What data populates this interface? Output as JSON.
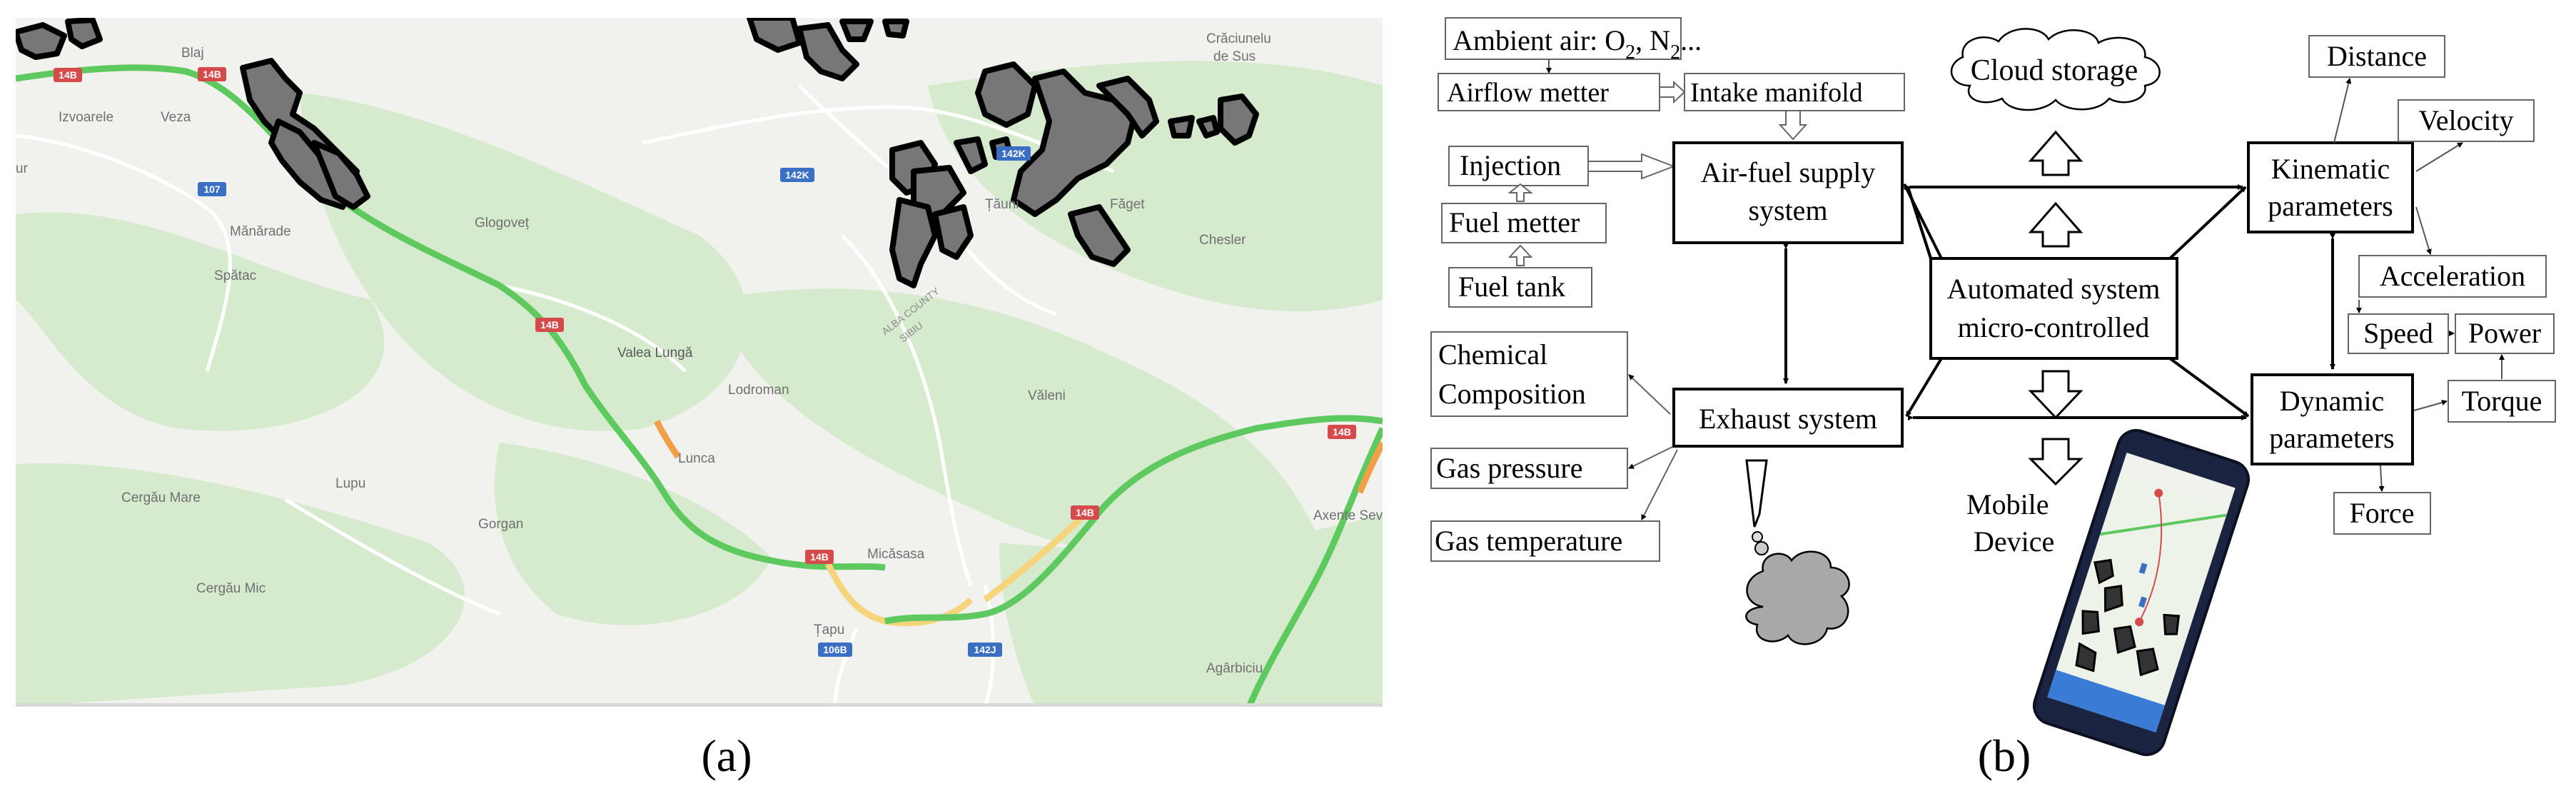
{
  "panel_a": {
    "caption": "(a)",
    "places": [
      {
        "id": "blaj",
        "name": "Blaj"
      },
      {
        "id": "izvoarele",
        "name": "Izvoarele"
      },
      {
        "id": "veza",
        "name": "Veza"
      },
      {
        "id": "ur",
        "name": "ur"
      },
      {
        "id": "craciunelu",
        "name": "Crăciunelu"
      },
      {
        "id": "desus",
        "name": "de Sus"
      },
      {
        "id": "glogovet",
        "name": "Glogoveț"
      },
      {
        "id": "manarade",
        "name": "Mănărade"
      },
      {
        "id": "spatac",
        "name": "Spătac"
      },
      {
        "id": "tauni",
        "name": "Țăuni"
      },
      {
        "id": "faget",
        "name": "Făget"
      },
      {
        "id": "chesler",
        "name": "Chesler"
      },
      {
        "id": "valealunga",
        "name": "Valea Lungă"
      },
      {
        "id": "albacounty",
        "name": "ALBA COUNTY"
      },
      {
        "id": "sibiu",
        "name": "SIBIU"
      },
      {
        "id": "lodroman",
        "name": "Lodroman"
      },
      {
        "id": "valeni",
        "name": "Văleni"
      },
      {
        "id": "lunca",
        "name": "Lunca"
      },
      {
        "id": "lupu",
        "name": "Lupu"
      },
      {
        "id": "cergaumare",
        "name": "Cergău Mare"
      },
      {
        "id": "gorgan",
        "name": "Gorgan"
      },
      {
        "id": "micasasa",
        "name": "Micăsasa"
      },
      {
        "id": "cergaumic",
        "name": "Cergău Mic"
      },
      {
        "id": "tapu",
        "name": "Țapu"
      },
      {
        "id": "axente",
        "name": "Axente Sever"
      },
      {
        "id": "agarbiciu",
        "name": "Agârbiciu"
      }
    ],
    "red_shields": [
      {
        "id": "r1",
        "label": "14B"
      },
      {
        "id": "r2",
        "label": "14B"
      },
      {
        "id": "r3",
        "label": "14B"
      },
      {
        "id": "r4",
        "label": "14B"
      },
      {
        "id": "r5",
        "label": "14B"
      },
      {
        "id": "r6",
        "label": "14B"
      }
    ],
    "blue_shields": [
      {
        "id": "b1",
        "label": "107"
      },
      {
        "id": "b2",
        "label": "142K"
      },
      {
        "id": "b3",
        "label": "142K"
      },
      {
        "id": "b4",
        "label": "106B"
      },
      {
        "id": "b5",
        "label": "142J"
      }
    ]
  },
  "panel_b": {
    "caption": "(b)",
    "labels": {
      "ambient_air_main": "Ambient air: O",
      "ambient_air_sub1": "2",
      "ambient_air_mid": ", N",
      "ambient_air_sub2": "2",
      "ambient_air_end": "...",
      "airflow_meter": "Airflow metter",
      "intake_manifold": "Intake manifold",
      "injection": "Injection",
      "fuel_meter": "Fuel metter",
      "fuel_tank": "Fuel tank",
      "chemical_line1": "Chemical",
      "chemical_line2": "Composition",
      "gas_pressure": "Gas pressure",
      "gas_temperature": "Gas temperature",
      "air_fuel_line1": "Air-fuel supply",
      "air_fuel_line2": "system",
      "exhaust_system": "Exhaust system",
      "cloud_storage": "Cloud storage",
      "automated_line1": "Automated system",
      "automated_line2": "micro-controlled",
      "mobile_line1": "Mobile",
      "mobile_line2": "Device",
      "distance": "Distance",
      "velocity": "Velocity",
      "kinematic_line1": "Kinematic",
      "kinematic_line2": "parameters",
      "acceleration": "Acceleration",
      "speed": "Speed",
      "power": "Power",
      "torque": "Torque",
      "dynamic_line1": "Dynamic",
      "dynamic_line2": "parameters",
      "force": "Force"
    }
  },
  "colors": {
    "map_bg": "#f1f1ee",
    "map_green": "#cfe8c4",
    "road_green": "#5ec95f",
    "road_yellow": "#f5d47c",
    "road_orange": "#f1a04a",
    "shield_red": "#d54a4a",
    "shield_blue": "#3b6fc4",
    "polygon_fill": "#777777",
    "phone_screen_bar": "#3a7bd5"
  }
}
